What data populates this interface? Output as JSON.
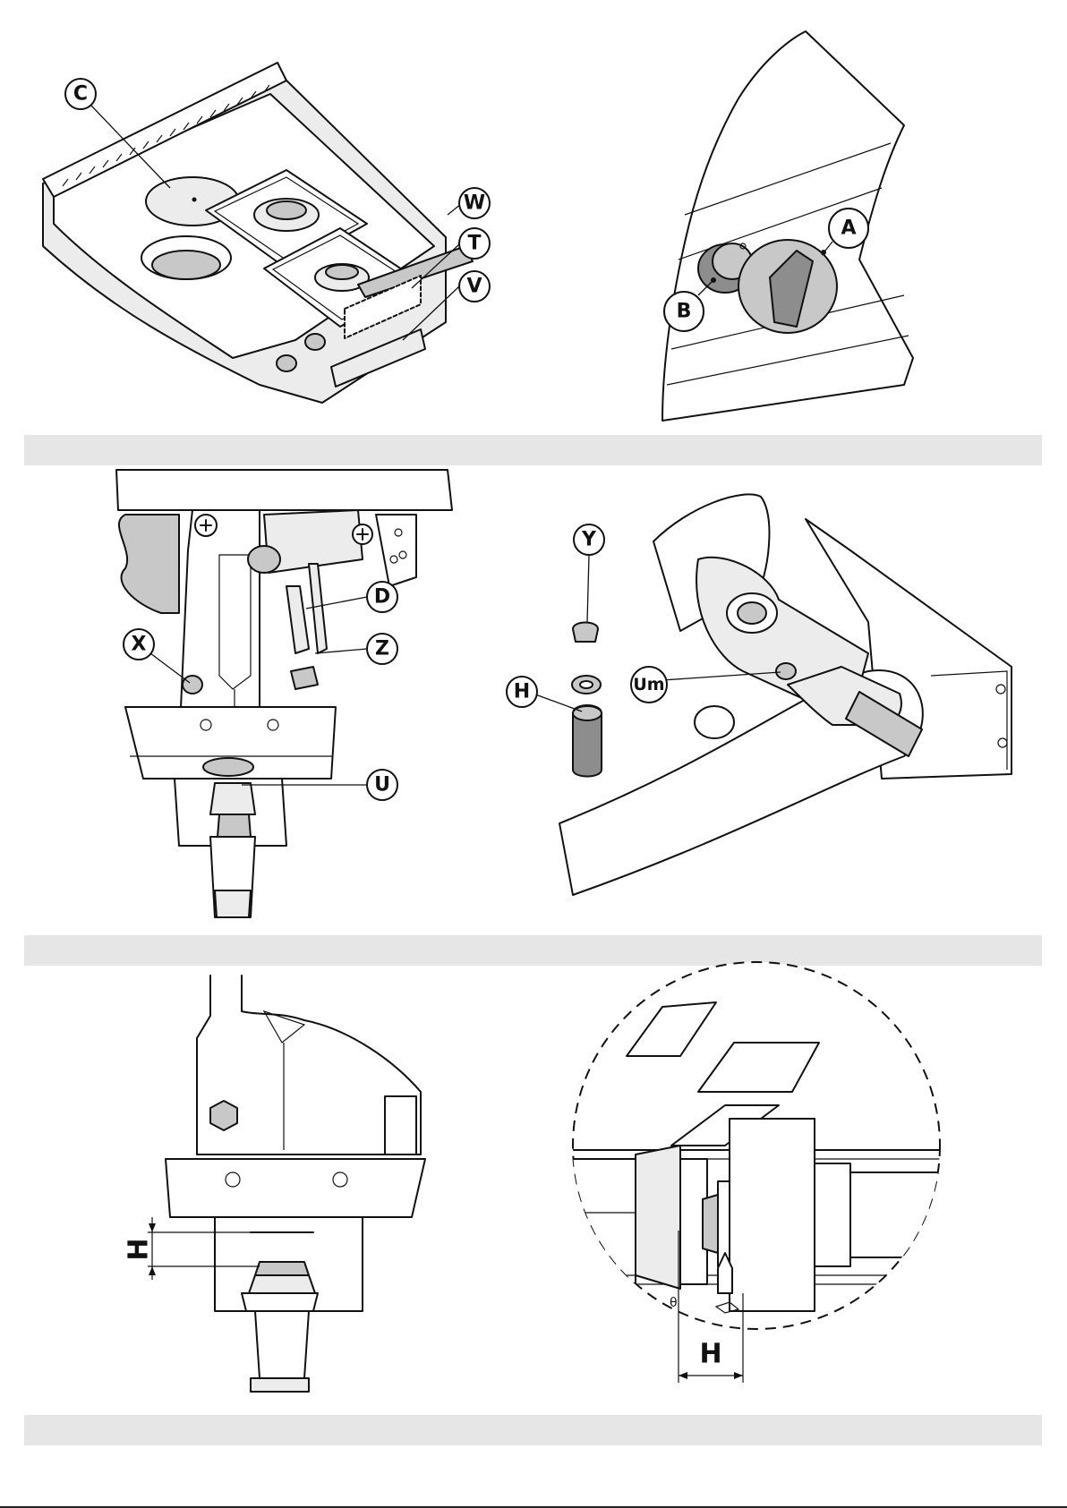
{
  "figures": {
    "cooktop": {
      "callouts": [
        "C",
        "W",
        "T",
        "V"
      ]
    },
    "control_knobs": {
      "callouts": [
        "A",
        "B"
      ]
    },
    "burner_underside": {
      "callouts": [
        "X",
        "D",
        "Z",
        "U"
      ]
    },
    "gas_valve": {
      "callouts": [
        "Y",
        "H",
        "Um"
      ]
    },
    "air_gap_side": {
      "dimension_label": "H"
    },
    "air_gap_detail": {
      "dimension_label": "H"
    }
  },
  "section_bands": 3
}
